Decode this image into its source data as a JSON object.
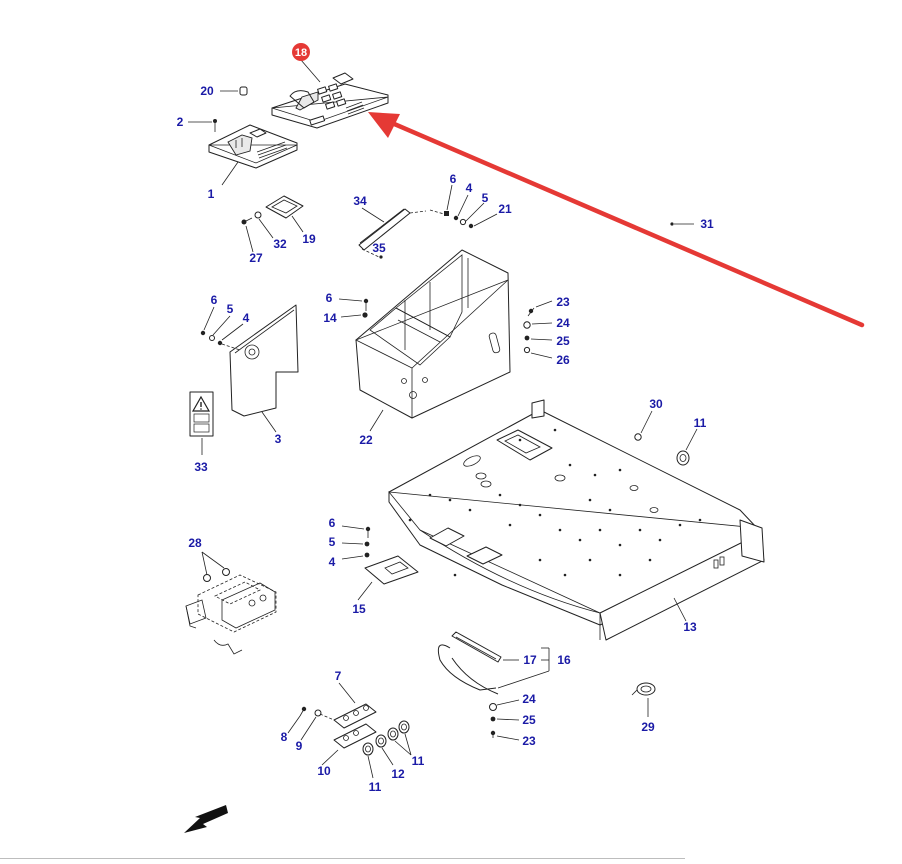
{
  "callouts": [
    {
      "id": "c18",
      "label": "18",
      "highlight_color": "#e53935"
    },
    {
      "id": "c20",
      "label": "20"
    },
    {
      "id": "c2",
      "label": "2"
    },
    {
      "id": "c1",
      "label": "1"
    },
    {
      "id": "c19",
      "label": "19"
    },
    {
      "id": "c32",
      "label": "32"
    },
    {
      "id": "c27",
      "label": "27"
    },
    {
      "id": "c34",
      "label": "34"
    },
    {
      "id": "c35",
      "label": "35"
    },
    {
      "id": "c6a",
      "label": "6"
    },
    {
      "id": "c4a",
      "label": "4"
    },
    {
      "id": "c5a",
      "label": "5"
    },
    {
      "id": "c21",
      "label": "21"
    },
    {
      "id": "c31",
      "label": "31"
    },
    {
      "id": "c6b",
      "label": "6"
    },
    {
      "id": "c5b",
      "label": "5"
    },
    {
      "id": "c4b",
      "label": "4"
    },
    {
      "id": "c3",
      "label": "3"
    },
    {
      "id": "c33",
      "label": "33"
    },
    {
      "id": "c6c",
      "label": "6"
    },
    {
      "id": "c14",
      "label": "14"
    },
    {
      "id": "c22",
      "label": "22"
    },
    {
      "id": "c23a",
      "label": "23"
    },
    {
      "id": "c24a",
      "label": "24"
    },
    {
      "id": "c25a",
      "label": "25"
    },
    {
      "id": "c26",
      "label": "26"
    },
    {
      "id": "c30",
      "label": "30"
    },
    {
      "id": "c11a",
      "label": "11"
    },
    {
      "id": "c6d",
      "label": "6"
    },
    {
      "id": "c5c",
      "label": "5"
    },
    {
      "id": "c4c",
      "label": "4"
    },
    {
      "id": "c15",
      "label": "15"
    },
    {
      "id": "c28",
      "label": "28"
    },
    {
      "id": "c13",
      "label": "13"
    },
    {
      "id": "c17",
      "label": "17"
    },
    {
      "id": "c16",
      "label": "16"
    },
    {
      "id": "c24b",
      "label": "24"
    },
    {
      "id": "c25b",
      "label": "25"
    },
    {
      "id": "c23b",
      "label": "23"
    },
    {
      "id": "c29",
      "label": "29"
    },
    {
      "id": "c7",
      "label": "7"
    },
    {
      "id": "c8",
      "label": "8"
    },
    {
      "id": "c9",
      "label": "9"
    },
    {
      "id": "c10",
      "label": "10"
    },
    {
      "id": "c11b",
      "label": "11"
    },
    {
      "id": "c12",
      "label": "12"
    },
    {
      "id": "c11c",
      "label": "11"
    }
  ],
  "colors": {
    "label": "#1a1aa6",
    "highlight": "#e53935",
    "arrow": "#e53935",
    "line": "#222222"
  },
  "icons": {
    "pointer_arrow": "red-pointer-arrow-icon",
    "orientation": "front-direction-arrow-icon",
    "warning": "warning-triangle-icon"
  }
}
